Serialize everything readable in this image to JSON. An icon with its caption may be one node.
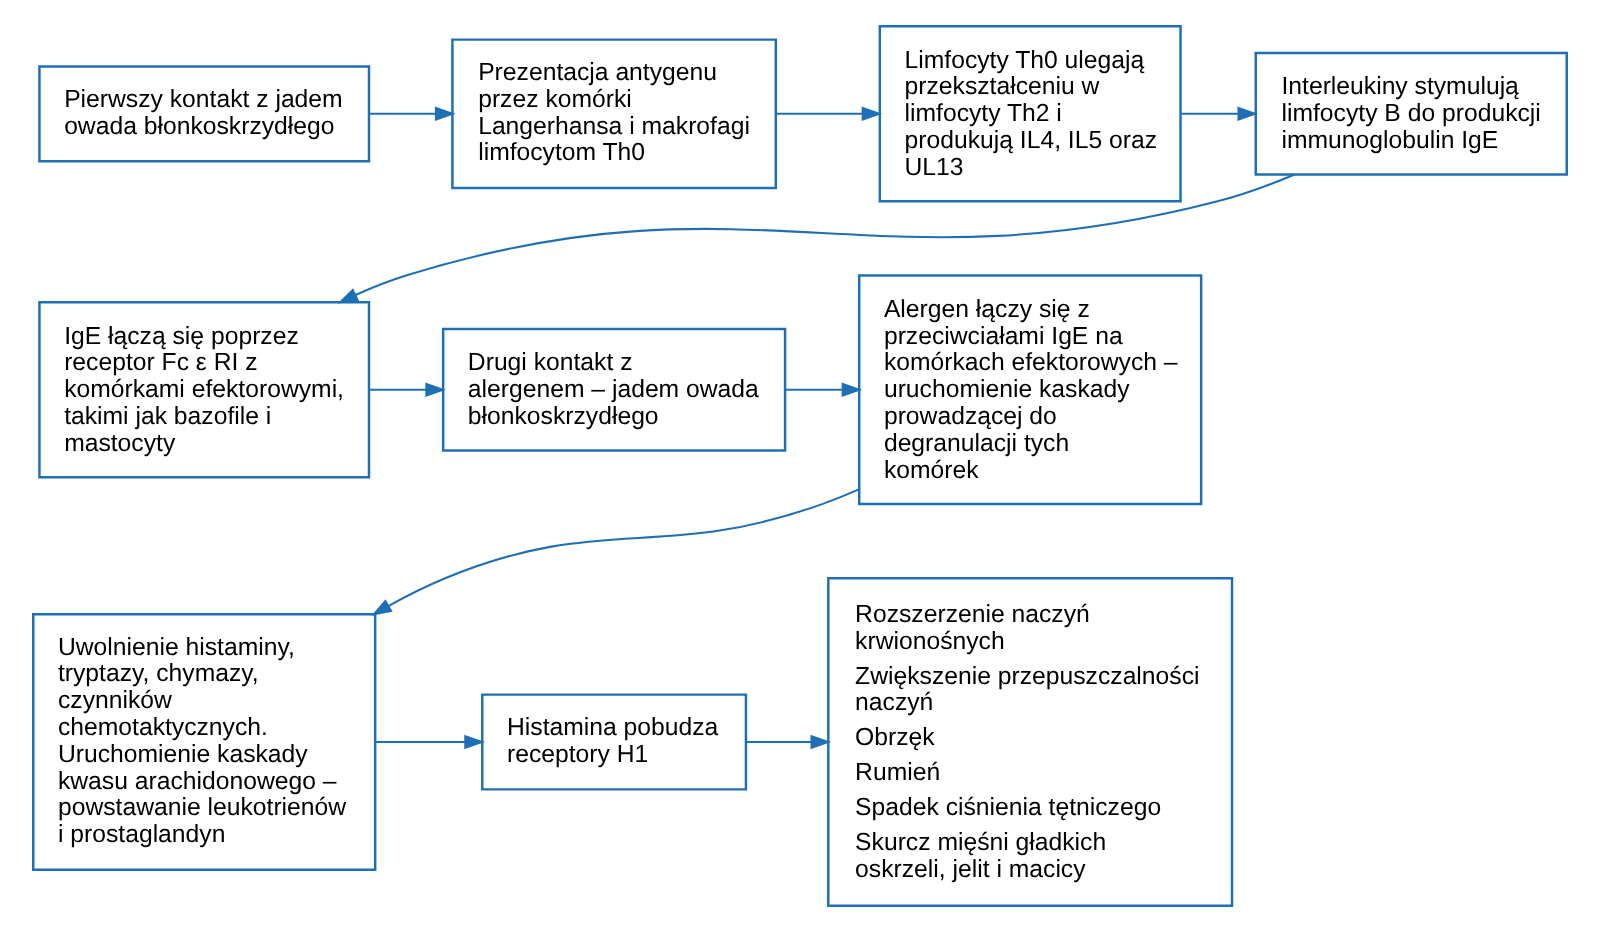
{
  "diagram": {
    "nodes": [
      {
        "text": [
          "Pierwszy kontakt z jadem owada błonkoskrzydłego"
        ]
      },
      {
        "text": [
          "Prezentacja antygenu przez komórki Langerhansa i makrofagi limfocytom Th0"
        ]
      },
      {
        "text": [
          "Limfocyty Th0 ulegają przekształceniu w limfocyty Th2 i produkują IL4, IL5 oraz UL13"
        ]
      },
      {
        "text": [
          "Interleukiny stymulują limfocyty B do produkcji immunoglobulin IgE"
        ]
      },
      {
        "text": [
          "IgE łączą się poprzez receptor Fc ε RI z komórkami efektorowymi, takimi jak bazofile i mastocyty"
        ]
      },
      {
        "text": [
          "Drugi kontakt z alergenem – jadem owada błonkoskrzydłego"
        ]
      },
      {
        "text": [
          "Alergen łączy się z przeciwciałami IgE na komórkach efektorowych – uruchomienie kaskady prowadzącej do degranulacji tych komórek"
        ]
      },
      {
        "text": [
          "Uwolnienie histaminy, tryptazy, chymazy, czynników chemotaktycznych. Uruchomienie kaskady kwasu arachidonowego – powstawanie leukotrienów i prostaglandyn"
        ]
      },
      {
        "text": [
          "Histamina pobudza receptory H1"
        ]
      },
      {
        "text": [
          "Rozszerzenie naczyń krwionośnych",
          "Zwiększenie przepuszczalności naczyń",
          "Obrzęk",
          "Rumień",
          "Spadek ciśnienia tętniczego",
          "Skurcz mięśni gładkich oskrzeli, jelit i macicy"
        ]
      }
    ],
    "edges": [
      {
        "from": 0,
        "to": 1,
        "arrow": "to"
      },
      {
        "from": 1,
        "to": 2,
        "arrow": "to"
      },
      {
        "from": 2,
        "to": 3,
        "arrow": "to"
      },
      {
        "from": 3,
        "to": 4,
        "arrow": "to"
      },
      {
        "from": 4,
        "to": 5,
        "arrow": "to"
      },
      {
        "from": 5,
        "to": 6,
        "arrow": "to"
      },
      {
        "from": 6,
        "to": 7,
        "arrow": "to"
      },
      {
        "from": 7,
        "to": 8,
        "arrow": "to"
      },
      {
        "from": 8,
        "to": 9,
        "arrow": "to"
      }
    ]
  }
}
